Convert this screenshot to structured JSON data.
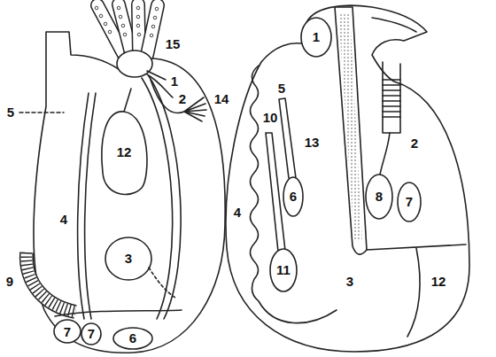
{
  "diagram": {
    "labels": [
      "15",
      "1",
      "2",
      "14",
      "5",
      "12",
      "4",
      "3",
      "9",
      "7",
      "7",
      "6",
      "1",
      "5",
      "10",
      "13",
      "2",
      "8",
      "7",
      "6",
      "4",
      "11",
      "3",
      "12"
    ]
  }
}
